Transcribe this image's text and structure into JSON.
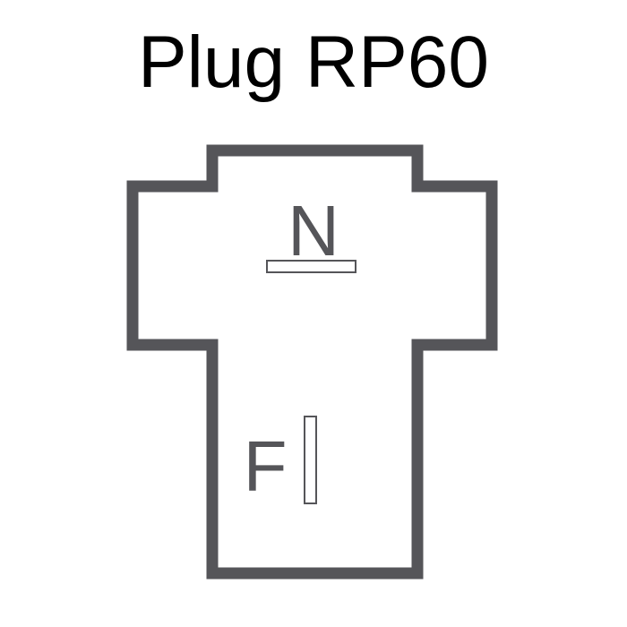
{
  "title": "Plug RP60",
  "pins": {
    "n_label": "N",
    "f_label": "F"
  },
  "colors": {
    "outline": "#555559",
    "text": "#555559",
    "title": "#000000",
    "background": "#ffffff"
  }
}
